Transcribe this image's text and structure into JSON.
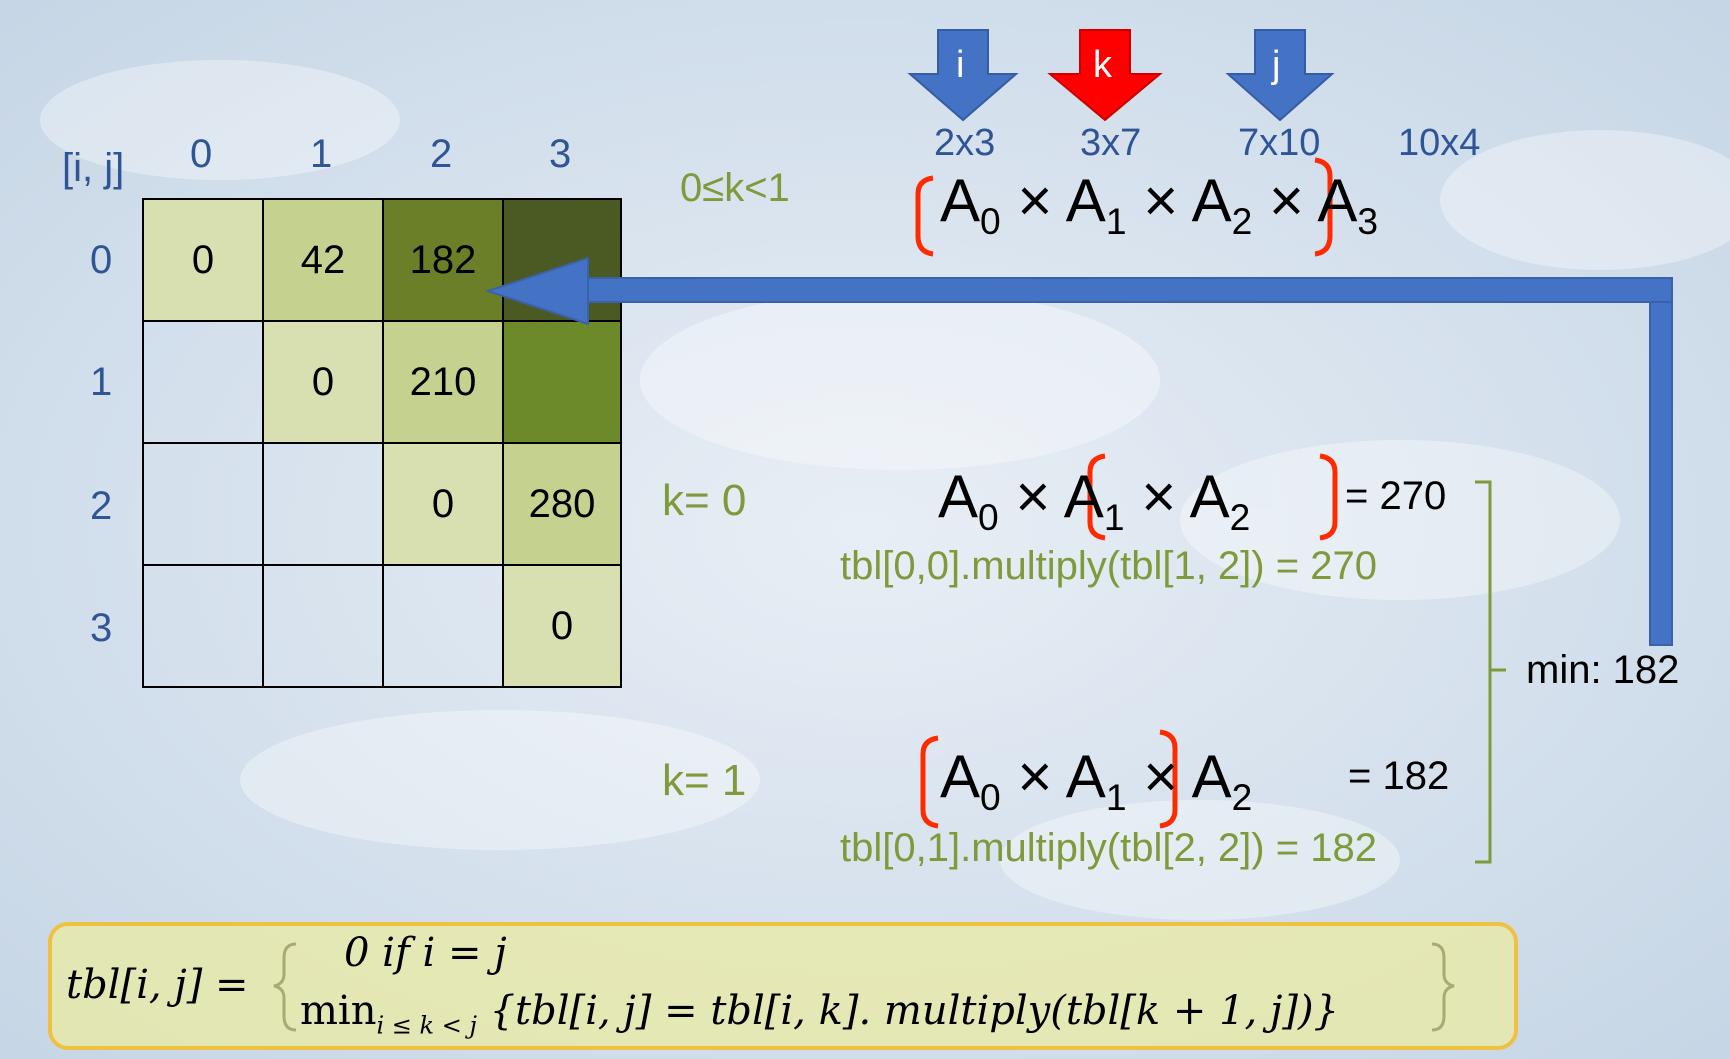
{
  "table": {
    "corner": "[i, j]",
    "col_headers": [
      "0",
      "1",
      "2",
      "3"
    ],
    "row_headers": [
      "0",
      "1",
      "2",
      "3"
    ],
    "cells": [
      [
        "0",
        "42",
        "182",
        ""
      ],
      [
        "",
        "0",
        "210",
        ""
      ],
      [
        "",
        "",
        "0",
        "280"
      ],
      [
        "",
        "",
        "",
        "0"
      ]
    ]
  },
  "pointers": {
    "i": "i",
    "k": "k",
    "j": "j"
  },
  "range_label": "0≤k<1",
  "chain": {
    "dims": [
      "2x3",
      "3x7",
      "7x10",
      "10x4"
    ],
    "matrices": [
      "A",
      "A",
      "A",
      "A"
    ],
    "subs": [
      "0",
      "1",
      "2",
      "3"
    ],
    "op": "×"
  },
  "split0": {
    "label": "k= 0",
    "result": "= 270",
    "code": "tbl[0,0].multiply(tbl[1, 2]) = 270"
  },
  "split1": {
    "label": "k= 1",
    "result": "= 182",
    "code": "tbl[0,1].multiply(tbl[2, 2]) = 182"
  },
  "min_label": "min: 182",
  "recurrence": {
    "lhs": "tbl[i, j] =",
    "case1": "0 if i = j",
    "case2_min": "min",
    "case2_sub": "i ≤ k < j",
    "case2_body": "{tbl[i, j] = tbl[i, k]. multiply(tbl[k + 1, j])}"
  },
  "colors": {
    "blue_arrow": "#4472c4",
    "red_arrow": "#ff0000",
    "bracket_red": "#ff2a00",
    "green_text": "#7f9a3a",
    "axis_blue": "#2f5597"
  }
}
